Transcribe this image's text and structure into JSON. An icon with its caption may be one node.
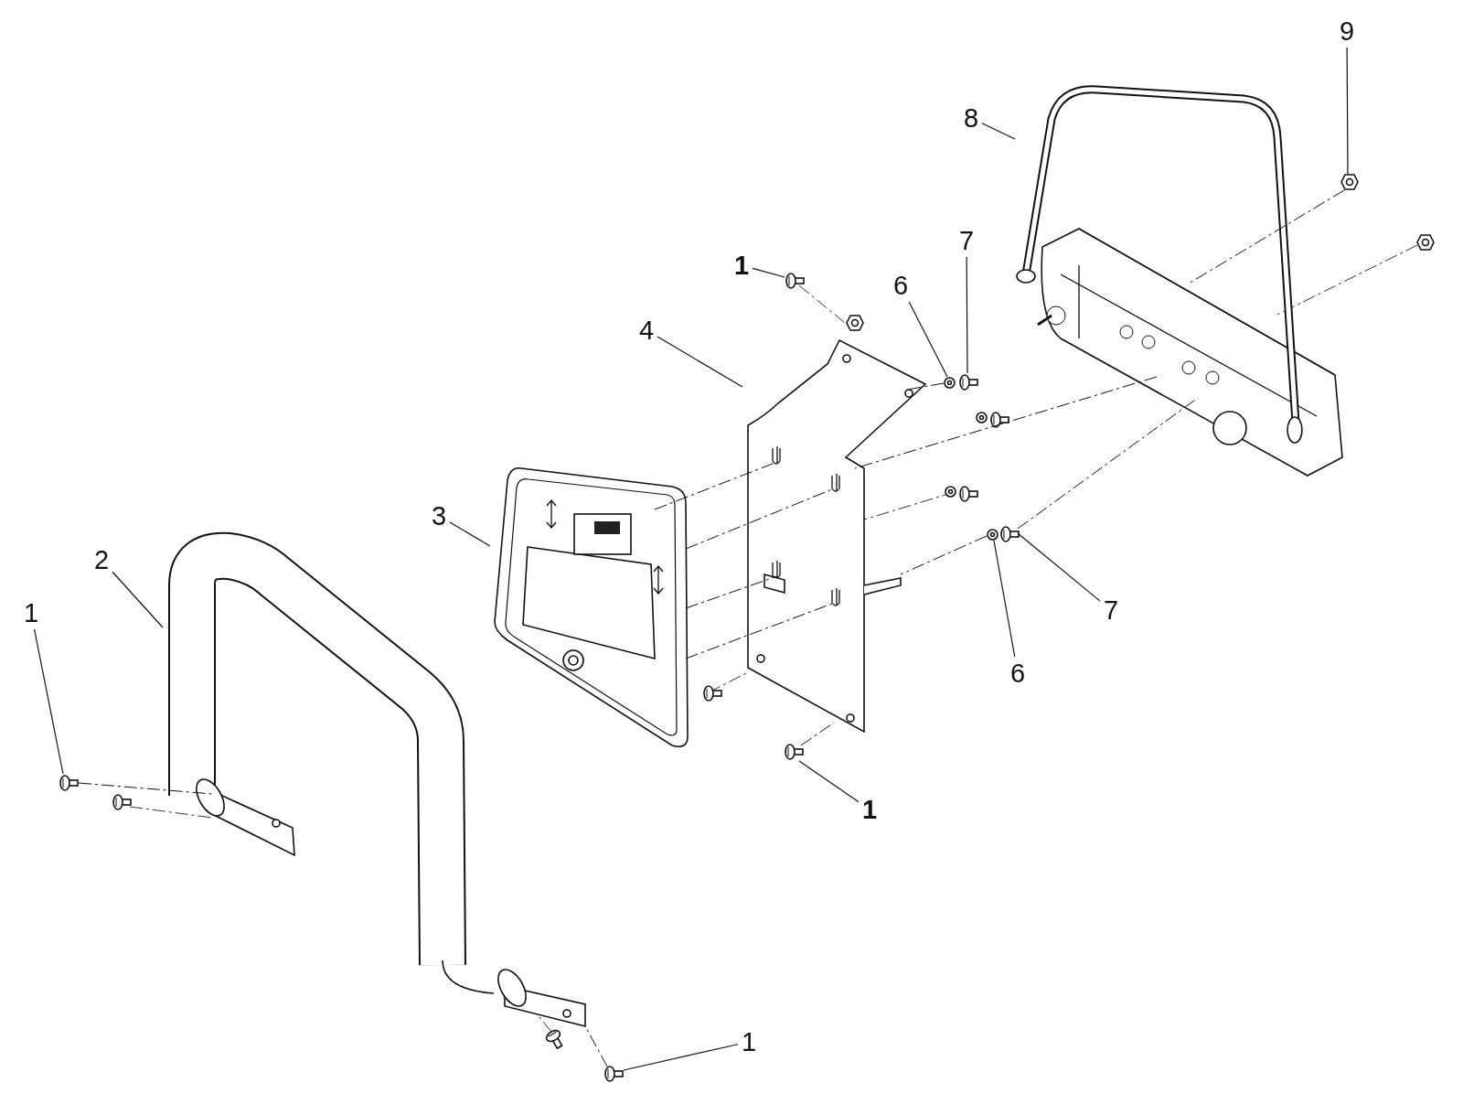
{
  "diagram": {
    "nodes": [
      {
        "text": [
          "9"
        ]
      },
      {
        "text": [
          "8"
        ]
      },
      {
        "text": [
          "7"
        ]
      },
      {
        "text": [
          "6"
        ]
      },
      {
        "text": [
          "1"
        ]
      },
      {
        "text": [
          "4"
        ]
      },
      {
        "text": [
          "3"
        ]
      },
      {
        "text": [
          "2"
        ]
      },
      {
        "text": [
          "7"
        ]
      },
      {
        "text": [
          "1"
        ]
      },
      {
        "text": [
          "6"
        ]
      },
      {
        "text": [
          "1"
        ]
      },
      {
        "text": [
          "1"
        ]
      },
      {
        "text": [],
        "shape": "nut"
      },
      {
        "text": [],
        "shape": "handle"
      },
      {
        "text": [],
        "shape": "screw"
      },
      {
        "text": [],
        "shape": "washer"
      },
      {
        "text": [],
        "shape": "screw"
      },
      {
        "text": [],
        "shape": "plate"
      },
      {
        "text": [],
        "shape": "panel"
      },
      {
        "text": [],
        "shape": "tube"
      },
      {
        "text": [],
        "shape": "screw"
      },
      {
        "text": [],
        "shape": "screw"
      },
      {
        "text": [],
        "shape": "washer"
      },
      {
        "text": [],
        "shape": "screw"
      },
      {
        "text": [],
        "shape": "screw"
      }
    ],
    "edges": [
      {
        "from": 0,
        "to": 13,
        "arrow": "none"
      },
      {
        "from": 1,
        "to": 14,
        "arrow": "none"
      },
      {
        "from": 2,
        "to": 15,
        "arrow": "none"
      },
      {
        "from": 3,
        "to": 16,
        "arrow": "none"
      },
      {
        "from": 4,
        "to": 17,
        "arrow": "none"
      },
      {
        "from": 5,
        "to": 18,
        "arrow": "none"
      },
      {
        "from": 6,
        "to": 19,
        "arrow": "none"
      },
      {
        "from": 7,
        "to": 20,
        "arrow": "none"
      },
      {
        "from": 8,
        "to": 21,
        "arrow": "none"
      },
      {
        "from": 9,
        "to": 22,
        "arrow": "none"
      },
      {
        "from": 10,
        "to": 23,
        "arrow": "none"
      },
      {
        "from": 11,
        "to": 24,
        "arrow": "none"
      },
      {
        "from": 12,
        "to": 25,
        "arrow": "none"
      },
      {
        "from": 13,
        "to": 14,
        "arrow": "none",
        "style": "dashed"
      },
      {
        "from": 16,
        "to": 18,
        "arrow": "none",
        "style": "dashed"
      },
      {
        "from": 19,
        "to": 18,
        "arrow": "none",
        "style": "dashed"
      },
      {
        "from": 19,
        "to": 18,
        "arrow": "none",
        "style": "dashed"
      },
      {
        "from": 19,
        "to": 18,
        "arrow": "none",
        "style": "dashed"
      },
      {
        "from": 19,
        "to": 18,
        "arrow": "none",
        "style": "dashed"
      },
      {
        "from": 14,
        "to": 18,
        "arrow": "none",
        "style": "dashed"
      },
      {
        "from": 21,
        "to": 14,
        "arrow": "none",
        "style": "dashed"
      },
      {
        "from": 23,
        "to": 18,
        "arrow": "none",
        "style": "dashed"
      },
      {
        "from": 22,
        "to": 20,
        "arrow": "none",
        "style": "dashed"
      },
      {
        "from": 25,
        "to": 20,
        "arrow": "none",
        "style": "dashed"
      },
      {
        "from": 24,
        "to": 18,
        "arrow": "none",
        "style": "dashed"
      }
    ]
  }
}
